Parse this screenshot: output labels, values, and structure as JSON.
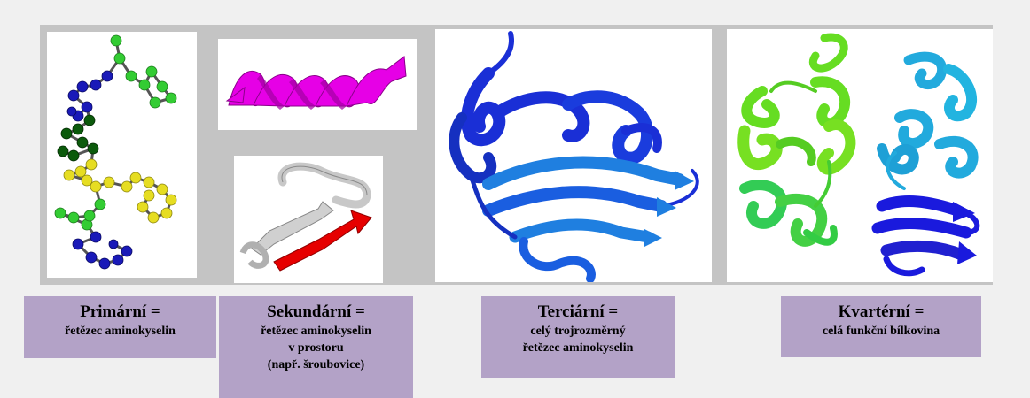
{
  "labels": [
    {
      "title": "Primární =",
      "lines": [
        "řetězec  aminokyselin"
      ]
    },
    {
      "title": "Sekundární =",
      "lines": [
        "řetězec  aminokyselin",
        "v prostoru",
        "(např. šroubovice)"
      ]
    },
    {
      "title": "Terciární =",
      "lines": [
        "celý trojrozměrný",
        "řetězec  aminokyselin"
      ]
    },
    {
      "title": "Kvartérní =",
      "lines": [
        "celá funkční bílkovina"
      ]
    }
  ],
  "colors": {
    "background": "#f0f0f0",
    "strip": "#c4c4c4",
    "label_box": "#b3a2c7",
    "atom_green": "#33cc33",
    "atom_blue": "#1a1ab8",
    "atom_dark_green": "#0b5a0b",
    "atom_yellow": "#e6dd22",
    "helix_magenta": "#e600e6",
    "sheet_red": "#e60000",
    "sheet_gray": "#c8c8c8",
    "tertiary_blue": "#1a2fd6",
    "tertiary_light_blue": "#1f7fe0",
    "quaternary_green": "#66dd22",
    "quaternary_cyan": "#22aadd",
    "quaternary_blue": "#1a1add"
  },
  "images": [
    {
      "name": "primary-structure-ball-stick",
      "depicts": "ball-and-stick amino acid chain"
    },
    {
      "name": "secondary-alpha-helix",
      "depicts": "magenta alpha helix ribbon"
    },
    {
      "name": "secondary-beta-sheet",
      "depicts": "red and gray beta sheet ribbon"
    },
    {
      "name": "tertiary-structure-ribbon",
      "depicts": "blue folded protein ribbon"
    },
    {
      "name": "quaternary-structure-ribbon",
      "depicts": "multi-chain protein complex ribbon"
    }
  ]
}
